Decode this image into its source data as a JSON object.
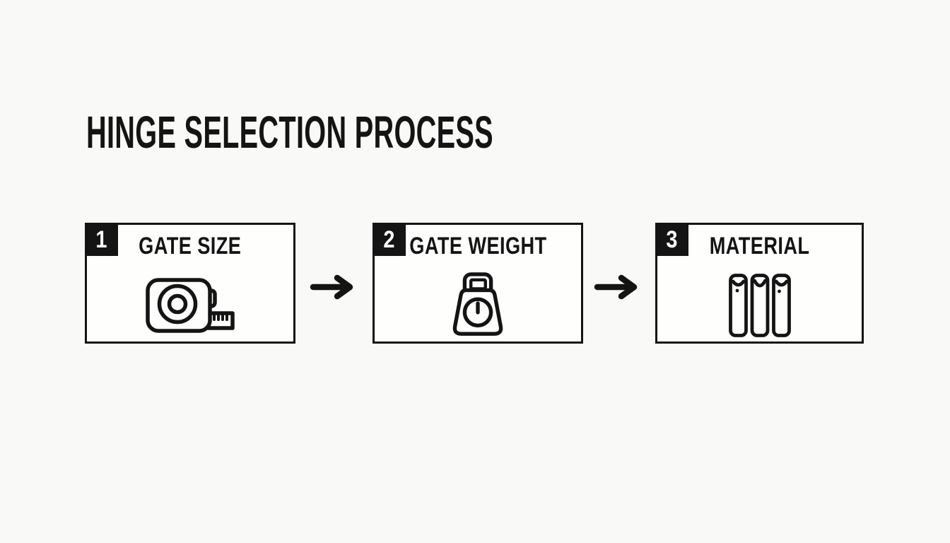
{
  "title": "HINGE SELECTION PROCESS",
  "steps": [
    {
      "number": "1",
      "label": "GATE SIZE",
      "icon": "tape-measure-icon"
    },
    {
      "number": "2",
      "label": "GATE WEIGHT",
      "icon": "weight-icon"
    },
    {
      "number": "3",
      "label": "MATERIAL",
      "icon": "material-bars-icon"
    }
  ],
  "arrows": [
    {
      "icon": "right-arrow-icon"
    },
    {
      "icon": "right-arrow-icon"
    }
  ],
  "colors": {
    "ink": "#141414",
    "background": "#f9f9f7",
    "box_fill": "#fefefd",
    "badge_background": "#141414",
    "badge_text": "#ffffff"
  }
}
